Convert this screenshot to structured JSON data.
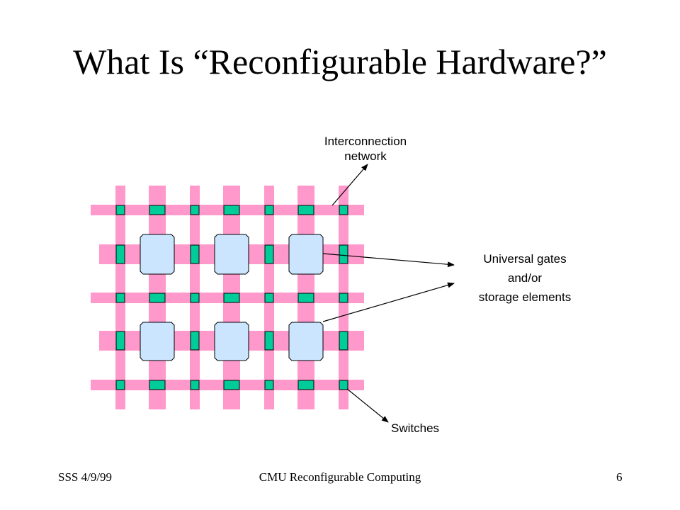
{
  "slide": {
    "title": "What Is “Reconfigurable Hardware?”",
    "labels": {
      "interconnect_line1": "Interconnection",
      "interconnect_line2": "network",
      "universal_line1": "Universal gates",
      "universal_line2": "and/or",
      "universal_line3": "storage elements",
      "switches": "Switches"
    },
    "footer": {
      "left": "SSS 4/9/99",
      "center": "CMU Reconfigurable Computing",
      "right": "6"
    }
  },
  "colors": {
    "wire": "#ff99cc",
    "switch": "#00cc99",
    "logic_block": "#cce5ff",
    "outline": "#000000",
    "arrow": "#000000"
  }
}
